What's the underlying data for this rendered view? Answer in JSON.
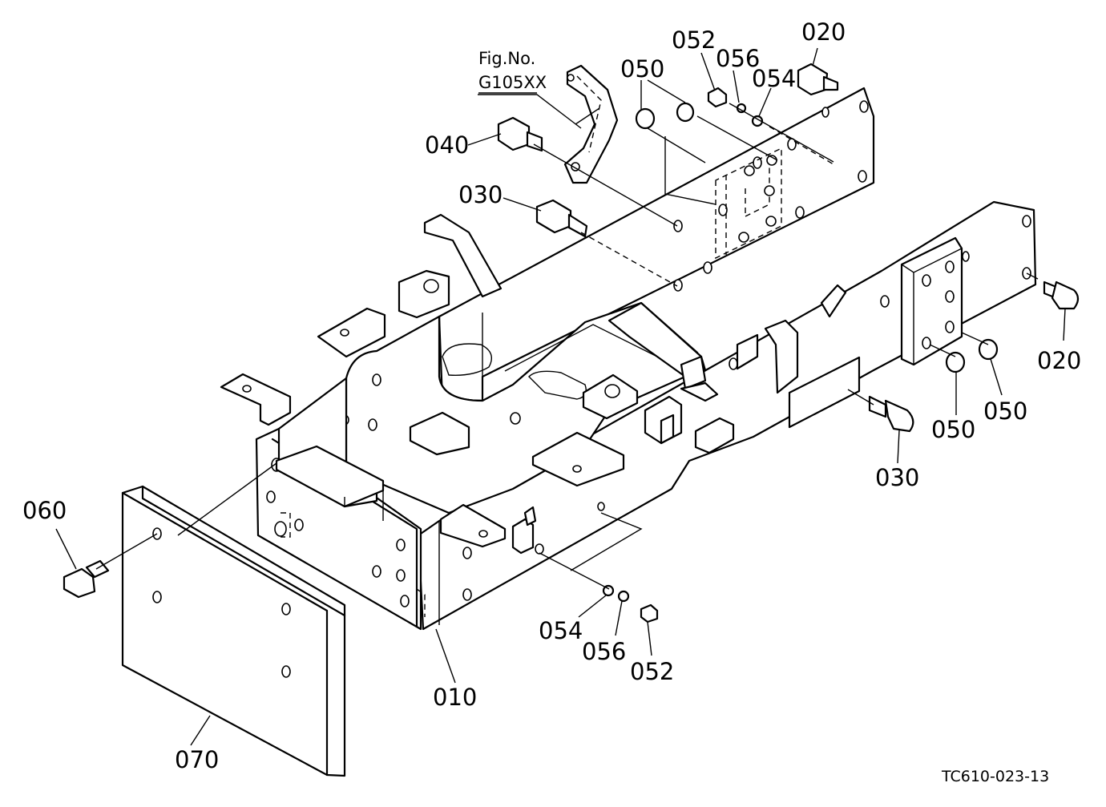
{
  "figure_ref": {
    "line1": "Fig.No.",
    "line2": "G105XX"
  },
  "drawing_code": "TC610-023-13",
  "callouts": {
    "c010": "010",
    "c020a": "020",
    "c020b": "020",
    "c030a": "030",
    "c030b": "030",
    "c040": "040",
    "c050a": "050",
    "c050b": "050",
    "c050c": "050",
    "c052a": "052",
    "c052b": "052",
    "c054a": "054",
    "c054b": "054",
    "c056a": "056",
    "c056b": "056",
    "c060": "060",
    "c070": "070"
  }
}
